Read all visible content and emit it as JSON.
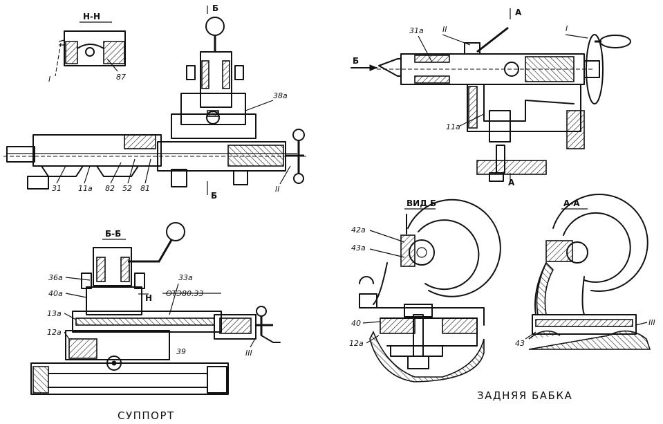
{
  "views": {
    "section_hh": {
      "title": "Н-Н",
      "labels": [
        "I",
        "87"
      ]
    },
    "support_top": {
      "cut_mark": "Б",
      "labels": [
        "38a",
        "31",
        "11a",
        "82",
        "52",
        "81",
        "II"
      ]
    },
    "support_section": {
      "title": "Б-Б",
      "labels": [
        "36a",
        "40a",
        "13a",
        "12a",
        "33a",
        "ОТЭ80.33",
        "Н",
        "39",
        "III"
      ]
    },
    "tailstock_side": {
      "cut_mark": "А",
      "arrow_label": "Б",
      "labels": [
        "31a",
        "II",
        "I",
        "11a"
      ]
    },
    "view_b": {
      "title": "ВИД Б",
      "labels": [
        "42a",
        "43a",
        "40",
        "12a"
      ]
    },
    "section_aa": {
      "title": "А-А",
      "labels": [
        "43",
        "III"
      ]
    }
  },
  "captions": {
    "support": "СУППОРТ",
    "tailstock": "ЗАДНЯЯ БАБКА"
  }
}
